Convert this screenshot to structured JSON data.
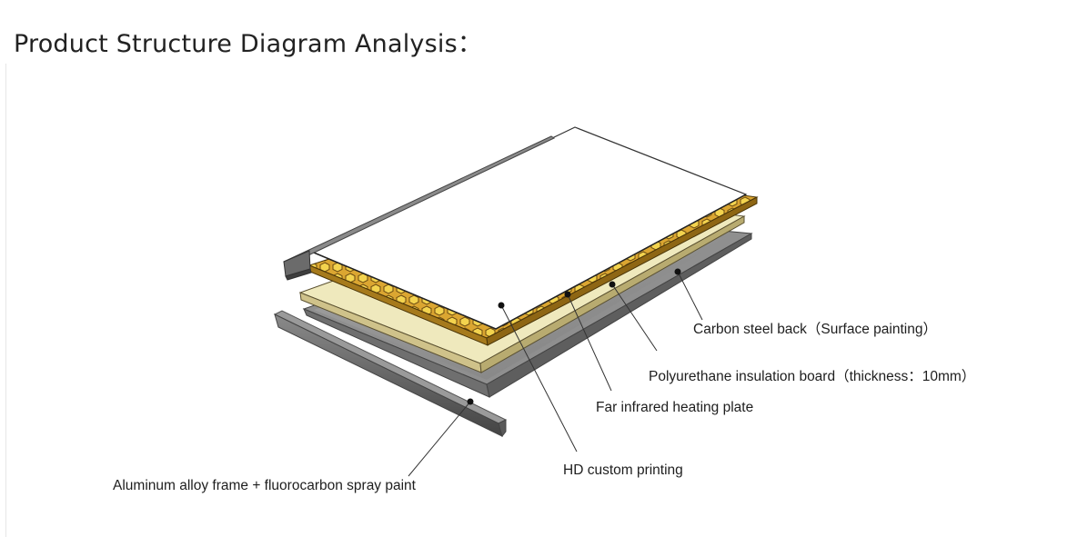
{
  "page": {
    "title": "Product Structure Diagram Analysis："
  },
  "diagram": {
    "labels": {
      "carbon_steel_back": "Carbon steel back（Surface painting）",
      "polyurethane_board": "Polyurethane insulation board（thickness：10mm）",
      "far_infrared_plate": "Far infrared heating plate",
      "hd_printing": "HD custom printing",
      "aluminum_frame": "Aluminum alloy frame + fluorocarbon spray paint"
    }
  }
}
